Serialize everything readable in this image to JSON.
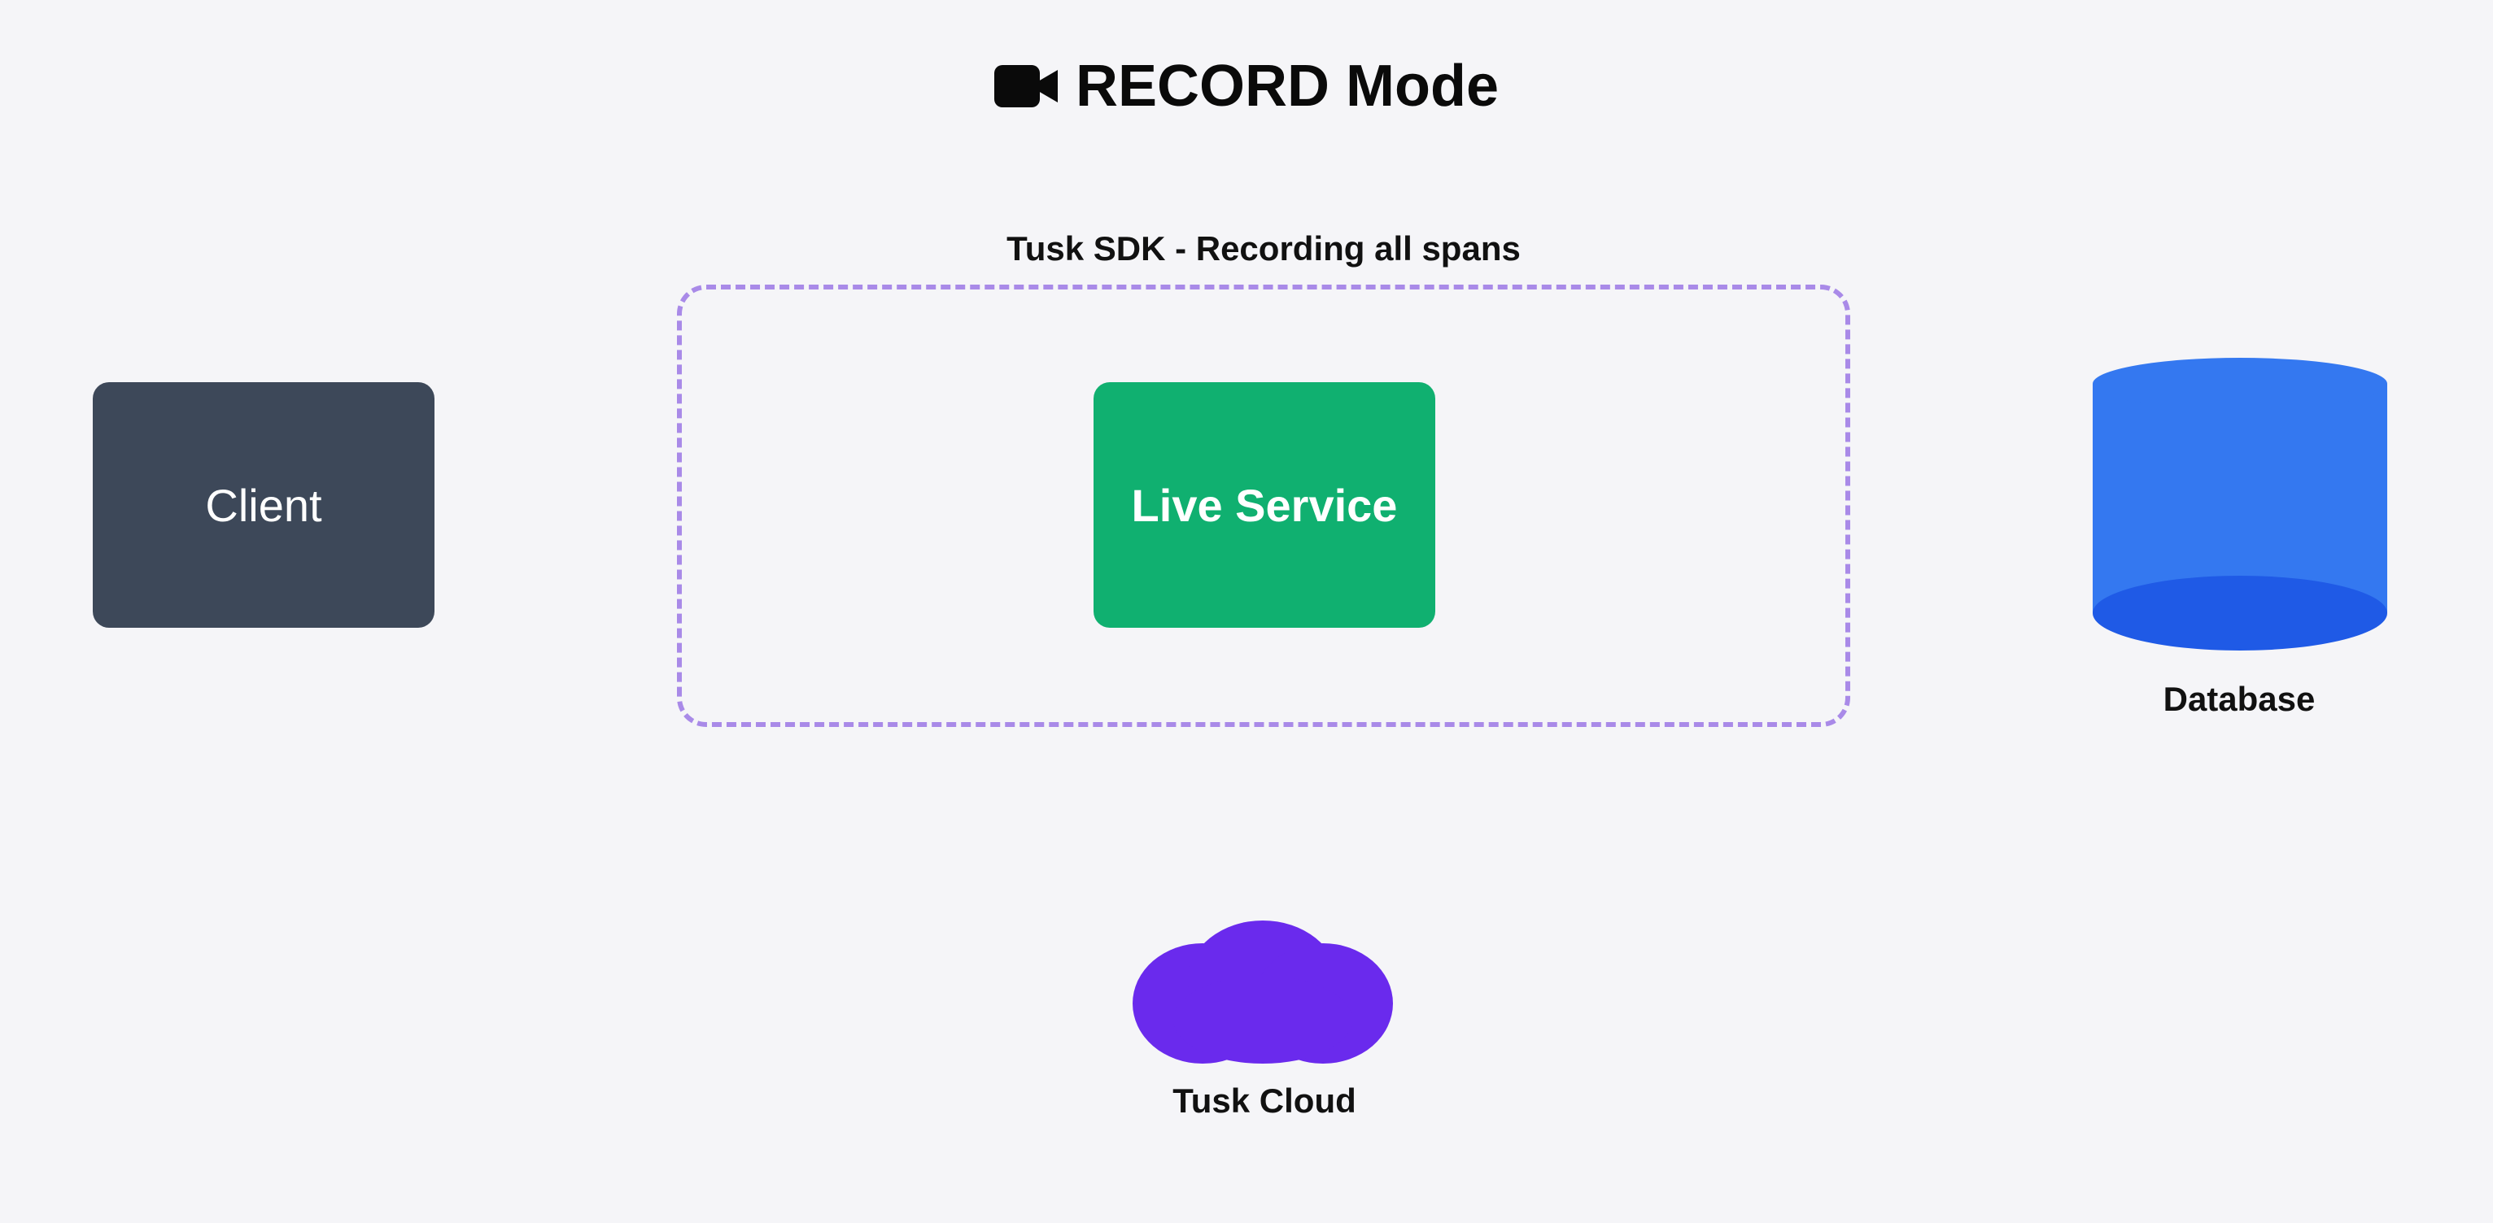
{
  "title": {
    "icon": "video-camera-icon",
    "text": "RECORD Mode"
  },
  "sdk_boundary": {
    "label": "Tusk SDK - Recording all spans",
    "border_color": "#a98ae8"
  },
  "nodes": {
    "client": {
      "label": "Client",
      "color": "#3d4859"
    },
    "live_service": {
      "label": "Live Service",
      "color": "#10b070"
    },
    "database": {
      "label": "Database",
      "icon": "database-cylinder-icon",
      "color": "#3478f0",
      "accent": "#1f5ae6"
    },
    "tusk_cloud": {
      "label": "Tusk Cloud",
      "icon": "cloud-icon",
      "color": "#6a2aed"
    }
  }
}
